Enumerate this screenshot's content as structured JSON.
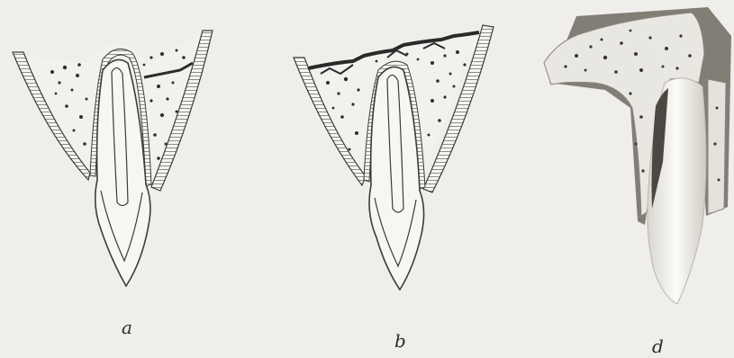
{
  "figure": {
    "captions": {
      "a": "a",
      "b": "b",
      "d": "d"
    },
    "colors": {
      "paper": "#efeeea",
      "ink": "#3c3c3c",
      "bone": "#e6e4de",
      "specimen_shadow": "#6f6a62",
      "specimen_light": "#f4f3ef"
    }
  }
}
